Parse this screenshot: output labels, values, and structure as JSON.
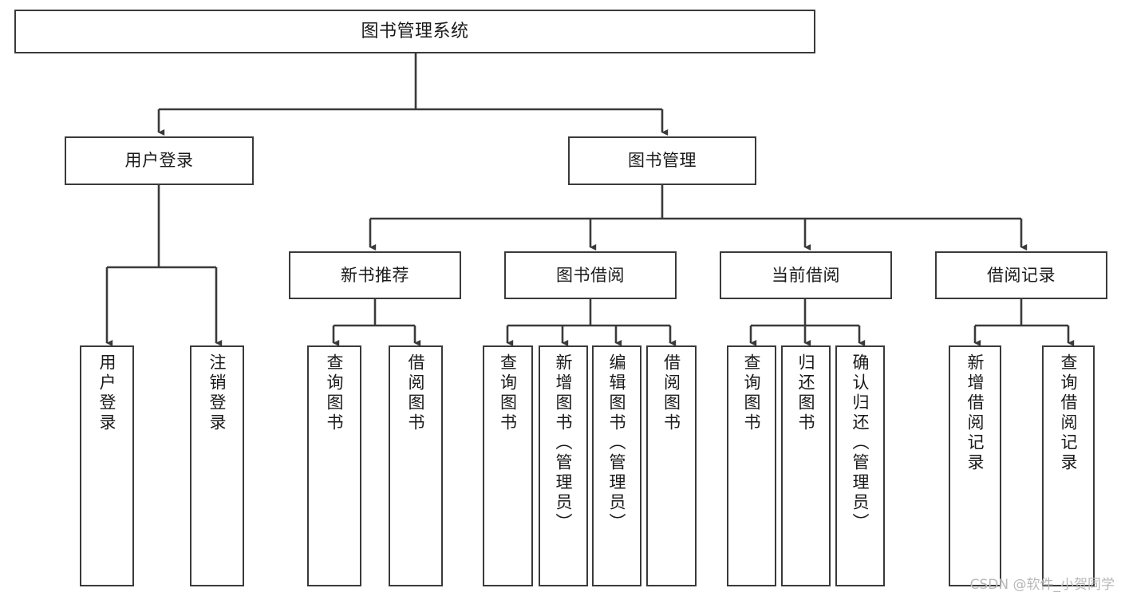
{
  "diagram": {
    "type": "tree-hierarchy",
    "title": "图书管理系统",
    "orientation": "top-down",
    "colors": {
      "node_border": "#3a3a3a",
      "node_fill": "#ffffff",
      "edge": "#3a3a3a",
      "text": "#1a1a1a",
      "watermark": "#b8b8b8",
      "background": "#ffffff"
    }
  },
  "watermark": "CSDN @软件_小贺同学",
  "nodes": {
    "root": {
      "label": "图书管理系统",
      "level": 1
    },
    "level2": [
      {
        "id": "user-login",
        "label": "用户登录"
      },
      {
        "id": "book-management",
        "label": "图书管理"
      }
    ],
    "level3": [
      {
        "id": "new-book-recommend",
        "label": "新书推荐",
        "parent": "book-management"
      },
      {
        "id": "book-borrow",
        "label": "图书借阅",
        "parent": "book-management"
      },
      {
        "id": "current-borrow",
        "label": "当前借阅",
        "parent": "book-management"
      },
      {
        "id": "borrow-record",
        "label": "借阅记录",
        "parent": "book-management"
      }
    ],
    "leaves": [
      {
        "id": "leaf-user-login",
        "label": "用户登录",
        "parent": "user-login"
      },
      {
        "id": "leaf-logout-login",
        "label": "注销登录",
        "parent": "user-login"
      },
      {
        "id": "leaf-query-book-1",
        "label": "查询图书",
        "parent": "new-book-recommend"
      },
      {
        "id": "leaf-borrow-book-1",
        "label": "借阅图书",
        "parent": "new-book-recommend"
      },
      {
        "id": "leaf-query-book-2",
        "label": "查询图书",
        "parent": "book-borrow"
      },
      {
        "id": "leaf-add-book",
        "label": "新增图书（管理员）",
        "parent": "book-borrow"
      },
      {
        "id": "leaf-edit-book",
        "label": "编辑图书（管理员）",
        "parent": "book-borrow"
      },
      {
        "id": "leaf-borrow-book-2",
        "label": "借阅图书",
        "parent": "book-borrow"
      },
      {
        "id": "leaf-query-book-3",
        "label": "查询图书",
        "parent": "current-borrow"
      },
      {
        "id": "leaf-return-book",
        "label": "归还图书",
        "parent": "current-borrow"
      },
      {
        "id": "leaf-confirm-return",
        "label": "确认归还（管理员）",
        "parent": "current-borrow"
      },
      {
        "id": "leaf-add-record",
        "label": "新增借阅记录",
        "parent": "borrow-record"
      },
      {
        "id": "leaf-query-record",
        "label": "查询借阅记录",
        "parent": "borrow-record"
      }
    ]
  }
}
